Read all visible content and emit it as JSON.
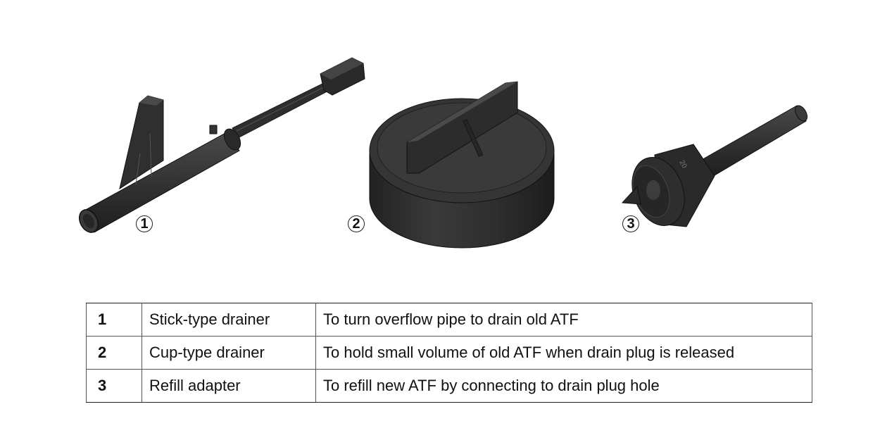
{
  "figure": {
    "parts": [
      {
        "callout": "1",
        "illustration": "stick-type-drainer"
      },
      {
        "callout": "2",
        "illustration": "cup-type-drainer"
      },
      {
        "callout": "3",
        "illustration": "refill-adapter",
        "marking": "20"
      }
    ]
  },
  "legend": {
    "rows": [
      {
        "num": "1",
        "name": "Stick-type drainer",
        "description": "To turn overflow pipe to drain old ATF"
      },
      {
        "num": "2",
        "name": "Cup-type drainer",
        "description": "To hold small volume of old ATF when drain plug is released"
      },
      {
        "num": "3",
        "name": "Refill adapter",
        "description": "To refill new ATF by connecting to drain plug hole"
      }
    ]
  }
}
